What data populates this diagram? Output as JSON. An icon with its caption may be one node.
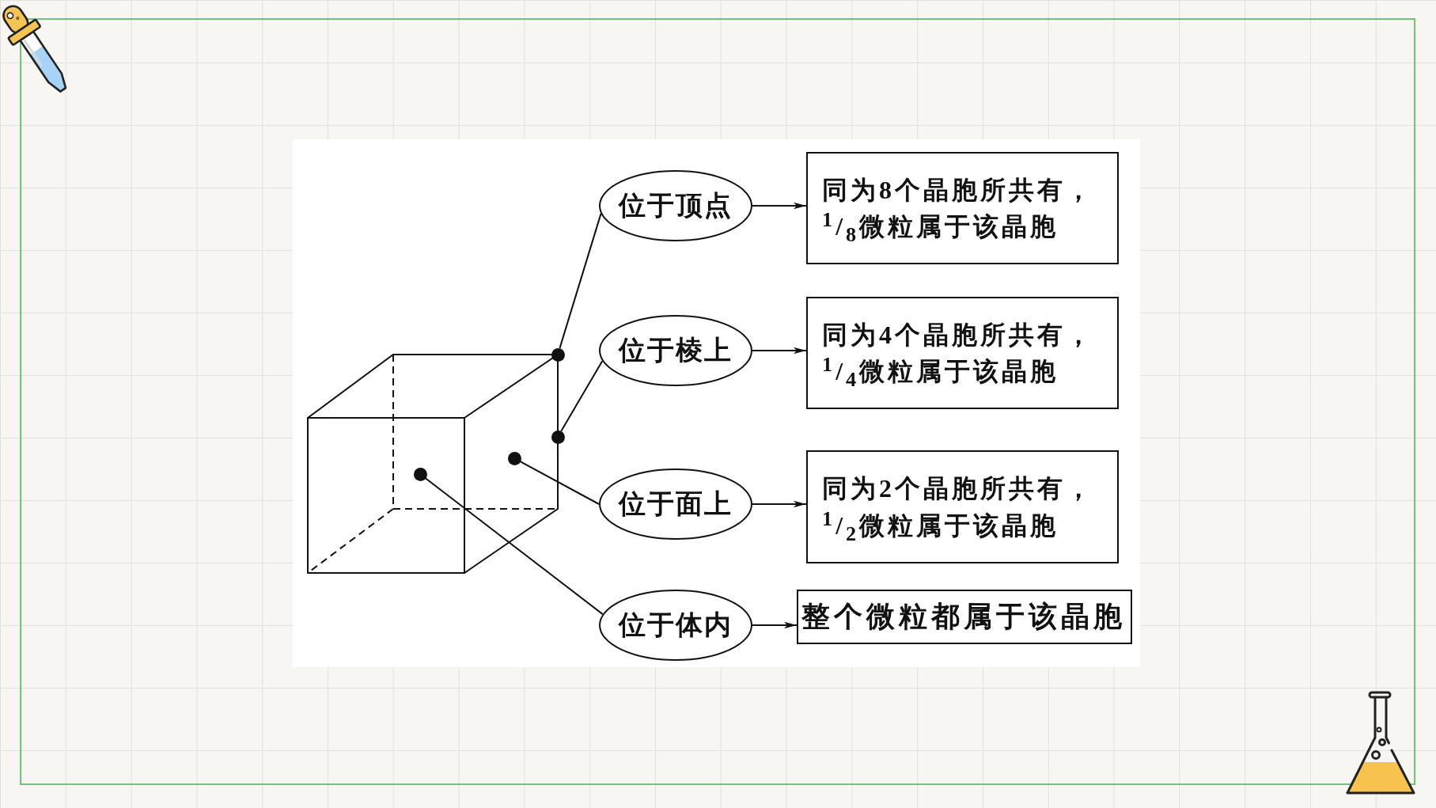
{
  "diagram": {
    "nodes": [
      {
        "text": [
          "位于顶点"
        ]
      },
      {
        "text": [
          "同为8个晶胞所共有，$^{1}$/$_{8}$微粒属于该晶胞"
        ]
      },
      {
        "text": [
          "位于棱上"
        ]
      },
      {
        "text": [
          "同为4个晶胞所共有，$^{1}$/$_{4}$微粒属于该晶胞"
        ]
      },
      {
        "text": [
          "位于面上"
        ]
      },
      {
        "text": [
          "同为2个晶胞所共有，$^{1}$/$_{2}$微粒属于该晶胞"
        ]
      },
      {
        "text": [
          "位于体内"
        ]
      },
      {
        "text": [
          "整个微粒都属于该晶胞"
        ]
      },
      {
        "text": [],
        "shape": "circle"
      },
      {
        "text": [],
        "shape": "circle"
      },
      {
        "text": [],
        "shape": "circle"
      },
      {
        "text": [],
        "shape": "circle"
      }
    ],
    "edges": [
      {
        "from": 0,
        "to": 1,
        "arrow": "to"
      },
      {
        "from": 2,
        "to": 3,
        "arrow": "to"
      },
      {
        "from": 4,
        "to": 5,
        "arrow": "to"
      },
      {
        "from": 6,
        "to": 7,
        "arrow": "to"
      },
      {
        "from": 0,
        "to": 8,
        "arrow": "none"
      },
      {
        "from": 2,
        "to": 9,
        "arrow": "none"
      },
      {
        "from": 4,
        "to": 10,
        "arrow": "none"
      },
      {
        "from": 6,
        "to": 11,
        "arrow": "none"
      }
    ]
  }
}
